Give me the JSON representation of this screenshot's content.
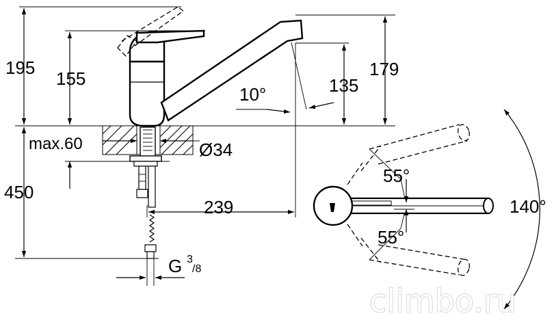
{
  "dimensions": {
    "height_total": "195",
    "height_lever": "155",
    "height_spout_outlet": "135",
    "height_spout_top": "179",
    "outlet_angle": "10°",
    "max_counter": "max.60",
    "hole_diameter": "Ø34",
    "below_counter": "450",
    "spout_reach": "239",
    "thread_base": "G",
    "thread_num": "3",
    "thread_den": "/8",
    "swivel_upper": "55°",
    "swivel_lower": "55°",
    "swivel_total": "140°"
  },
  "watermark": "climbo.ru"
}
